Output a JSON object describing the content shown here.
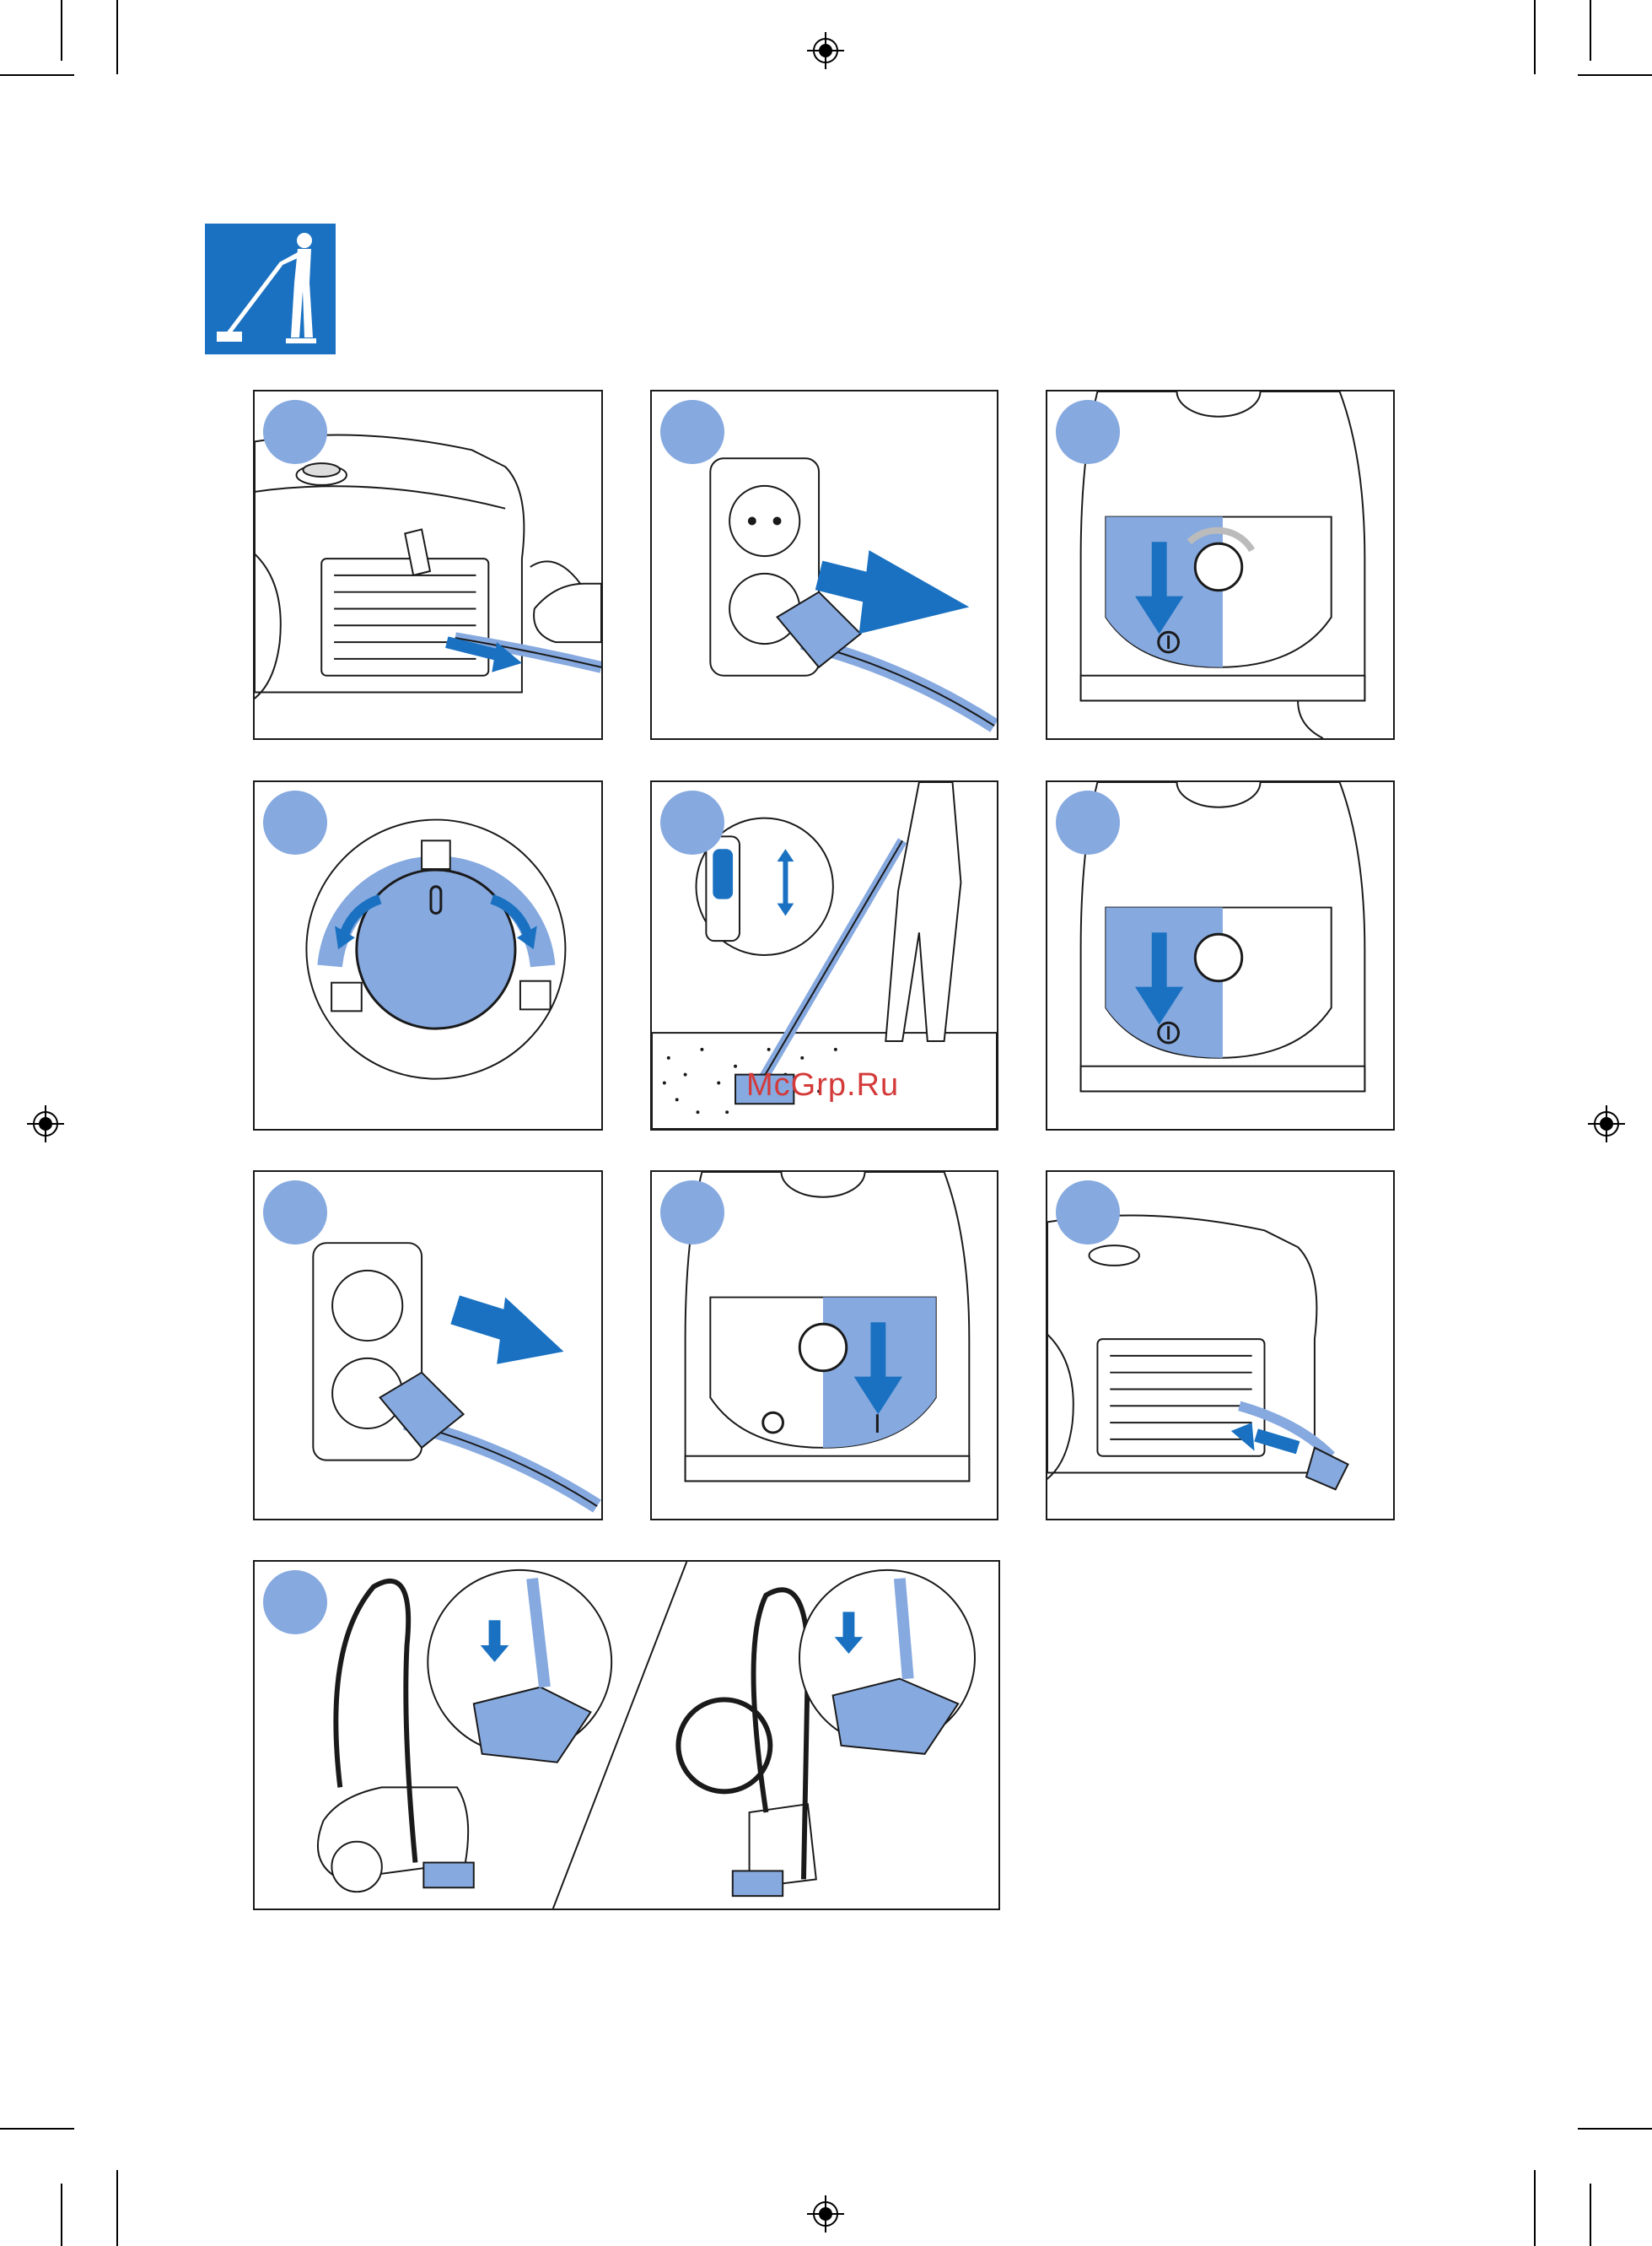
{
  "watermark": "McGrp.Ru",
  "colors": {
    "brand_blue": "#1a71c1",
    "step_blue": "#86a9df",
    "line": "#1a1a1a"
  },
  "header_icon": "vacuum-user-icon",
  "panels": [
    {
      "id": 1,
      "icon": "pull-cord-out-icon"
    },
    {
      "id": 2,
      "icon": "plug-into-socket-icon"
    },
    {
      "id": 3,
      "icon": "power-button-press-icon"
    },
    {
      "id": 4,
      "icon": "power-dial-icon"
    },
    {
      "id": 5,
      "icon": "vacuuming-person-icon"
    },
    {
      "id": 6,
      "icon": "power-button-press-icon"
    },
    {
      "id": 7,
      "icon": "unplug-icon"
    },
    {
      "id": 8,
      "icon": "cord-rewind-button-icon"
    },
    {
      "id": 9,
      "icon": "cord-rewind-icon"
    },
    {
      "id": 10,
      "icon": "tube-parking-storage-icon"
    }
  ]
}
